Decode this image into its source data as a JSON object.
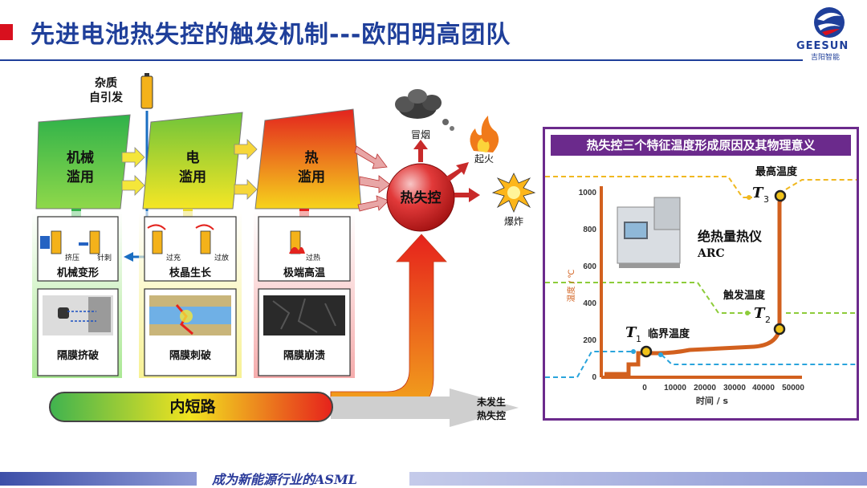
{
  "header": {
    "title": "先进电池热失控的触发机制---欧阳明高团队",
    "logo_name": "GEESUN",
    "logo_sub": "吉阳智能"
  },
  "footer": {
    "slogan": "成为新能源行业的ASML"
  },
  "diagram": {
    "impurity_label_1": "杂质",
    "impurity_label_2": "自引发",
    "abuse": [
      {
        "line1": "机械",
        "line2": "滥用"
      },
      {
        "line1": "电",
        "line2": "滥用"
      },
      {
        "line1": "热",
        "line2": "滥用"
      }
    ],
    "mechanisms": [
      {
        "label": "机械变形",
        "icon_text_1": "挤压",
        "icon_text_2": "针刺"
      },
      {
        "label": "枝晶生长",
        "icon_text_1": "过充",
        "icon_text_2": "过放"
      },
      {
        "label": "极端高温",
        "icon_text_1": "过热",
        "icon_text_2": ""
      }
    ],
    "separator": [
      "隔膜挤破",
      "隔膜刺破",
      "隔膜崩溃"
    ],
    "thermal_runaway": "热失控",
    "outcomes": {
      "smoke": "冒烟",
      "fire": "起火",
      "explosion": "爆炸"
    },
    "short_circuit": "内短路",
    "no_tr_1": "未发生",
    "no_tr_2": "热失控"
  },
  "panel": {
    "title": "热失控三个特征温度形成原因及其物理意义",
    "device_label": "绝热量热仪",
    "device_sub": "ARC",
    "t1_label": "临界温度",
    "t2_label": "触发温度",
    "t3_label": "最高温度",
    "t1": "T",
    "t1_sub": "1",
    "t2": "T",
    "t2_sub": "2",
    "t3": "T",
    "t3_sub": "3",
    "y_axis_label": "温度 / ℃",
    "x_axis_label": "时间 / s",
    "y_ticks": [
      "0",
      "200",
      "400",
      "600",
      "800",
      "1000"
    ],
    "x_ticks": [
      "0",
      "10000",
      "20000",
      "30000",
      "40000",
      "50000"
    ]
  },
  "colors": {
    "title_blue": "#1f3f9a",
    "accent_red": "#d8101e",
    "panel_purple": "#6b2a8c",
    "curve_orange": "#d2601e"
  }
}
